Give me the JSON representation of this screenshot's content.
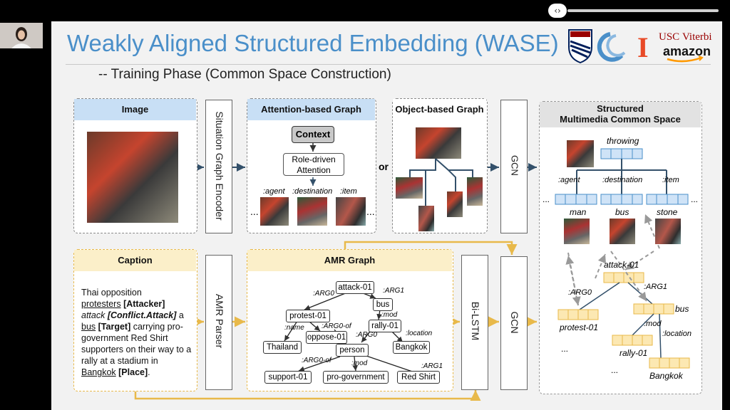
{
  "title": "Weakly Aligned Structured Embedding (WASE)",
  "subtitle": "-- Training Phase (Common Space Construction)",
  "logos": {
    "usc": "USC",
    "viterbi": "Viterbi",
    "amazon": "amazon",
    "illinois": "I"
  },
  "image_panel": {
    "label": "Image"
  },
  "situation_graph_encoder": "Situation Graph Encoder",
  "attention_graph": {
    "label": "Attention-based Graph",
    "context": "Context",
    "role_driven": "Role-driven Attention",
    "roles": [
      ":agent",
      ":destination",
      ":item"
    ],
    "ellipsis": "..."
  },
  "or_label": "or",
  "object_graph": {
    "label": "Object-based Graph"
  },
  "gcn_top": "GCN",
  "common_space": {
    "label_line1": "Structured",
    "label_line2": "Multimedia Common Space",
    "throwing": "throwing",
    "agent": ":agent",
    "destination": ":destination",
    "item": ":item",
    "man": "man",
    "bus": "bus",
    "stone": "stone",
    "attack": "attack-01",
    "arg0": ":ARG0",
    "arg1": ":ARG1",
    "protest": "protest-01",
    "bus2": "bus",
    "mod": ":mod",
    "location": ":location",
    "rally": "rally-01",
    "bangkok": "Bangkok",
    "ellipsis": "..."
  },
  "caption_panel": {
    "label": "Caption",
    "line1": "Thai opposition",
    "w_protesters": "protesters",
    "t_attacker": "[Attacker]",
    "w_attack": "attack",
    "t_conflict": "[Conflict.Attack]",
    "w_a": "a",
    "w_bus": "bus",
    "t_target": "[Target]",
    "w_carrying": "carrying pro-",
    "line_rest": "government Red Shirt supporters on their way to a rally at a stadium in",
    "w_bangkok": "Bangkok",
    "t_place": "[Place]",
    "period": "."
  },
  "amr_parser": "AMR Parser",
  "amr_graph": {
    "label": "AMR Graph",
    "nodes": {
      "attack": "attack-01",
      "protest": "protest-01",
      "bus": "bus",
      "oppose": "oppose-01",
      "rally": "rally-01",
      "thailand": "Thailand",
      "person": "person",
      "bangkok": "Bangkok",
      "support": "support-01",
      "progov": "pro-government",
      "redshirt": "Red Shirt"
    },
    "edges": {
      "arg0": ":ARG0",
      "arg1": ":ARG1",
      "mod": ":mod",
      "name": ":name",
      "arg0of": ":ARG0-of",
      "arg0b": ":ARG0",
      "location": ":location",
      "arg0of2": ":ARG0-of",
      "mod2": ":mod",
      "arg1b": ":ARG1"
    }
  },
  "bilstm": "Bi-LSTM",
  "gcn_bottom": "GCN",
  "colors": {
    "title": "#4a8fc9",
    "blue_header": "#c8dff5",
    "gold_header": "#fbefc9",
    "gold_arrow": "#e8b94a",
    "node_blue": "#cfe3f7",
    "node_gold": "#fce8b2"
  }
}
